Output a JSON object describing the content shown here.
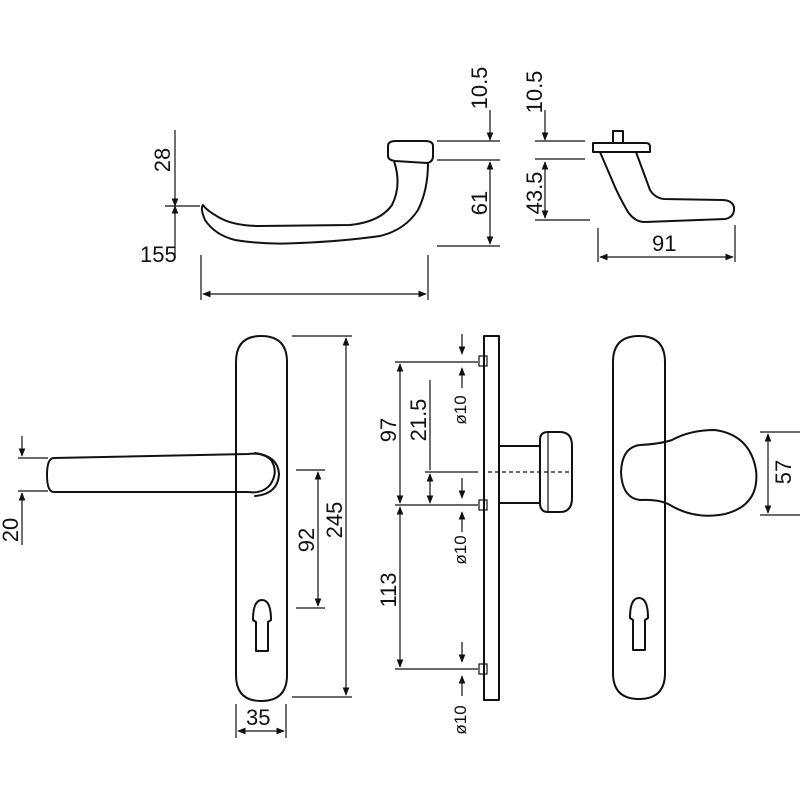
{
  "dimensions": {
    "lever_side_height": "28",
    "lever_side_length": "155",
    "rose_thickness_front": "10.5",
    "lever_height_front": "61",
    "rose_thickness_side": "10.5",
    "lever_drop_side": "43.5",
    "lever_projection_side": "91",
    "plate_height": "245",
    "plate_width": "35",
    "spindle_to_cylinder": "92",
    "lever_bar_thickness": "20",
    "fixing_top_to_spindle": "97",
    "spindle_offset": "21.5",
    "fixing_spindle_to_bottom": "113",
    "hole_diameter_top": "ø10",
    "hole_diameter_middle": "ø10",
    "hole_diameter_bottom": "ø10",
    "knob_diameter": "57"
  }
}
